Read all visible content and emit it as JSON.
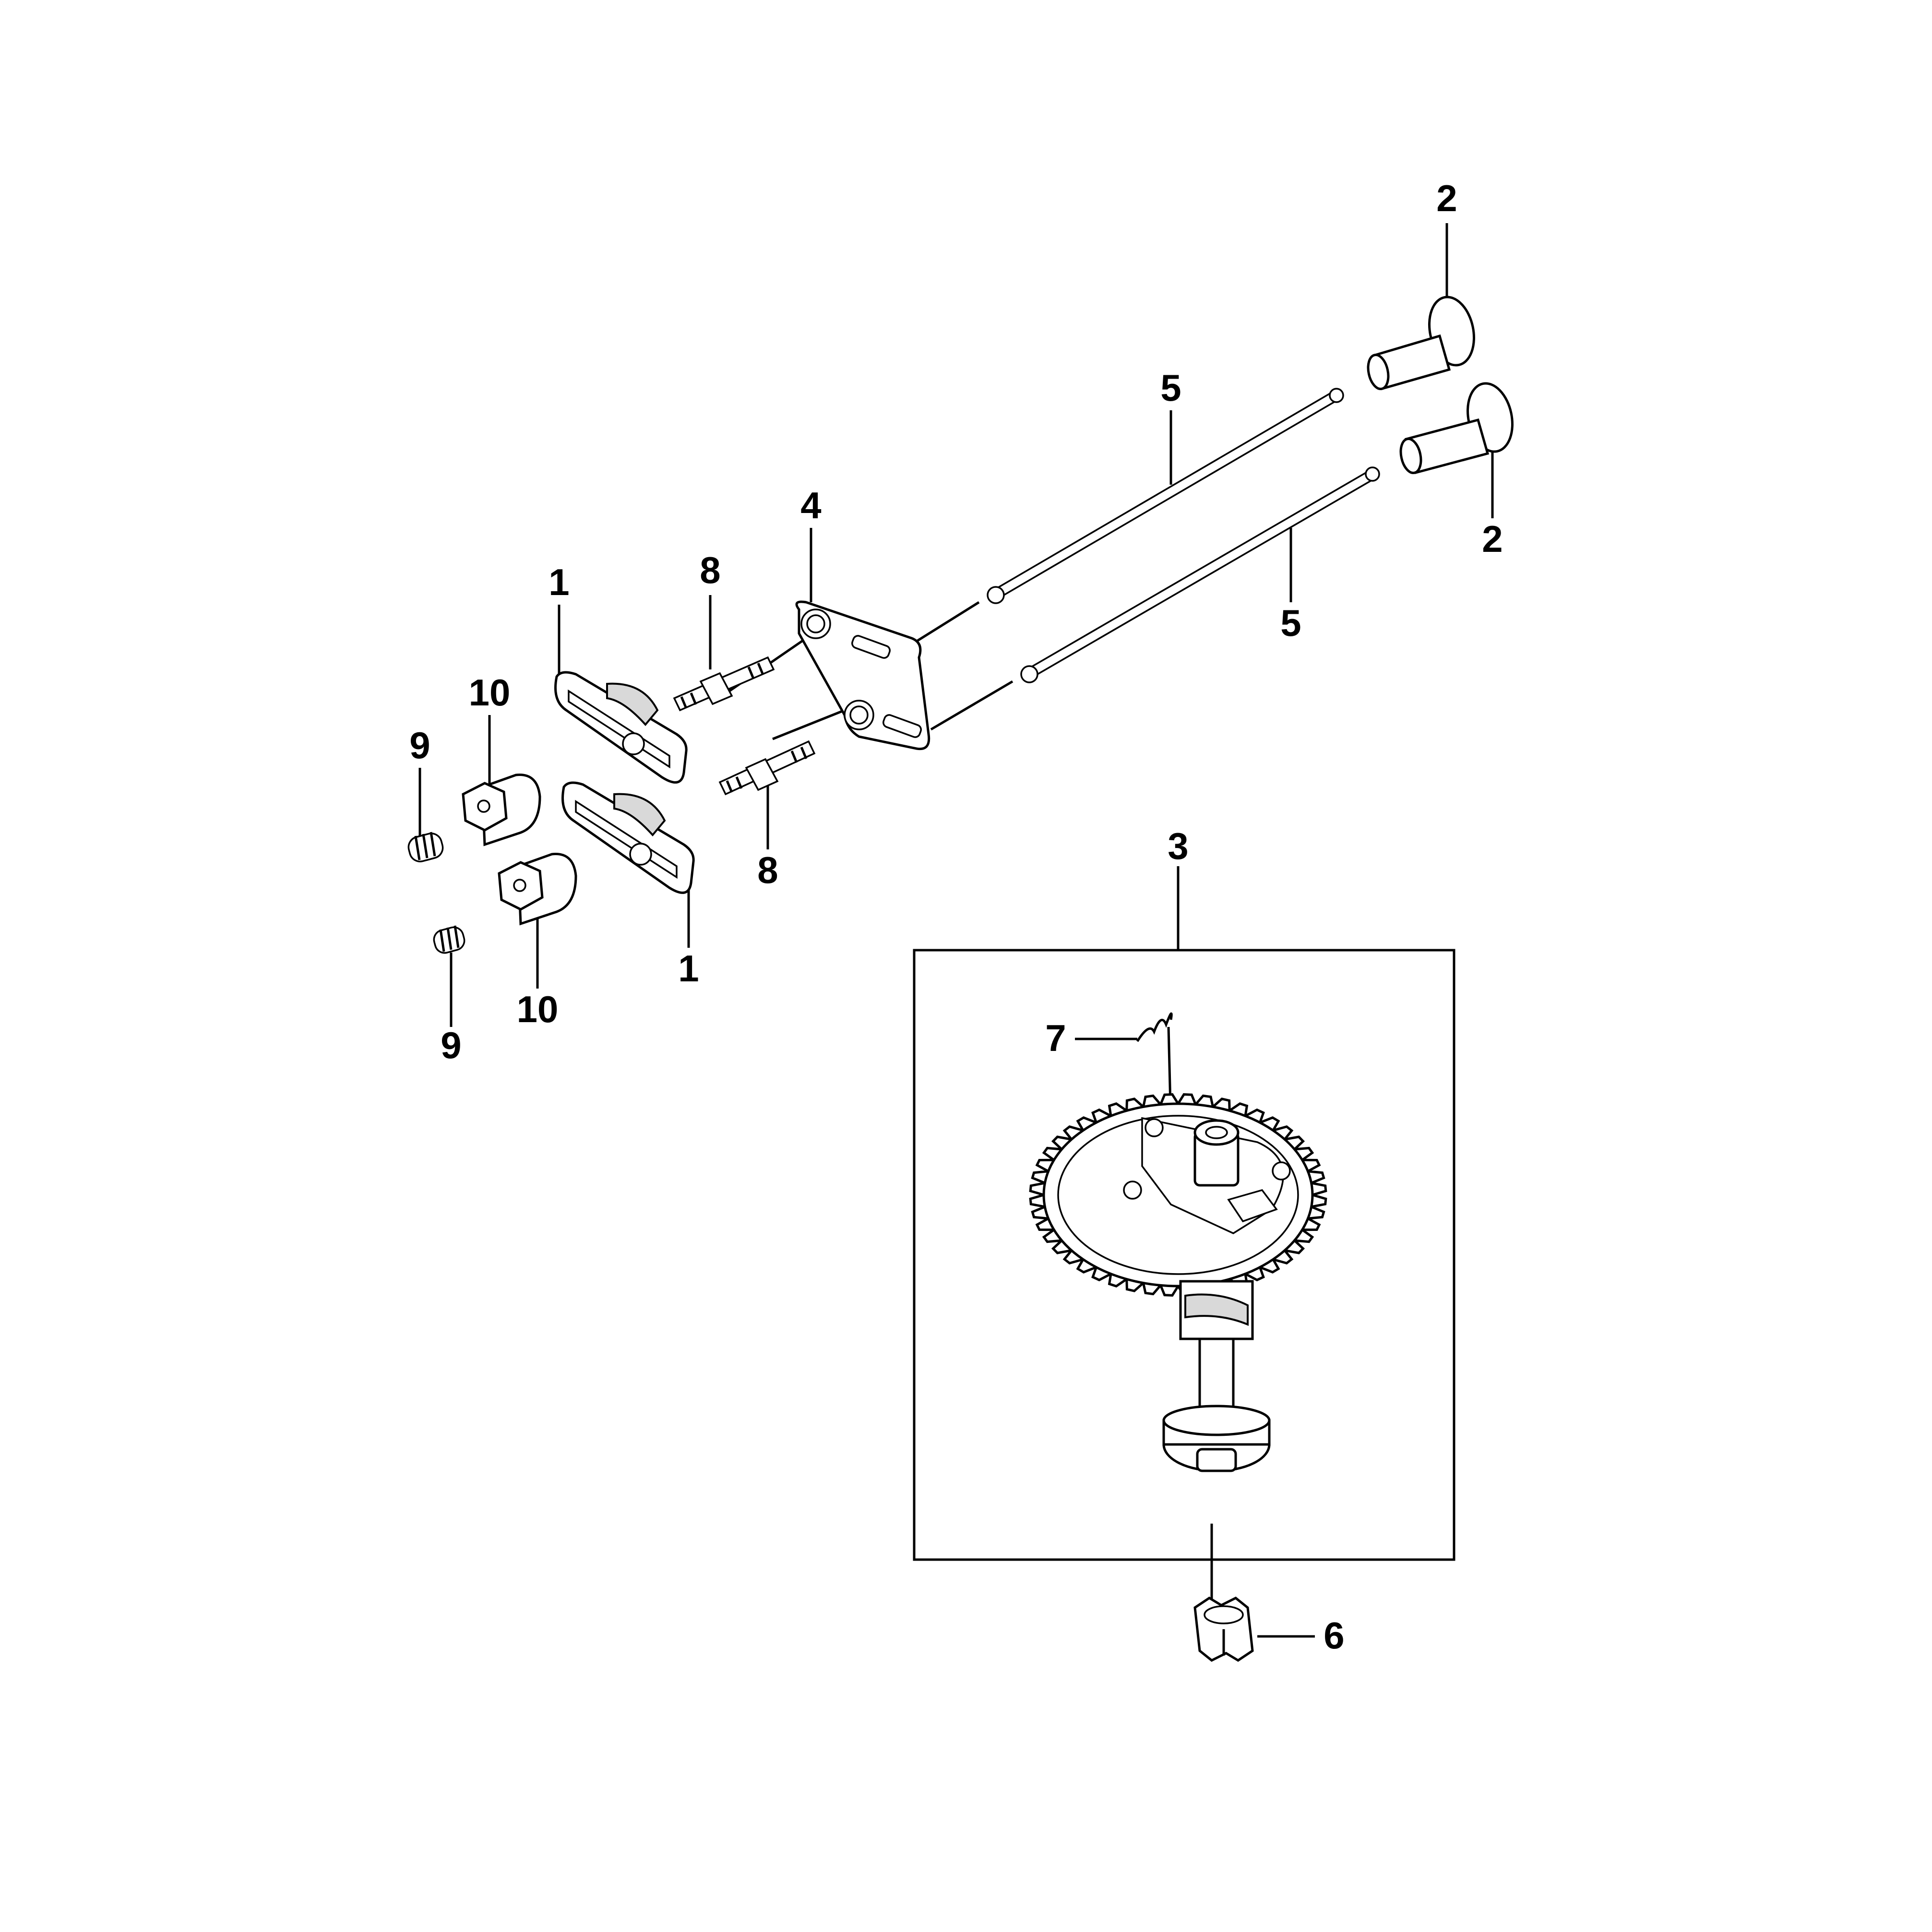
{
  "callouts": {
    "c1_upper": "1",
    "c1_lower": "1",
    "c2_upper": "2",
    "c2_lower": "2",
    "c3": "3",
    "c4": "4",
    "c5_upper": "5",
    "c5_lower": "5",
    "c6": "6",
    "c7": "7",
    "c8_upper": "8",
    "c8_lower": "8",
    "c9_upper": "9",
    "c9_lower": "9",
    "c10_upper": "10",
    "c10_lower": "10"
  },
  "colors": {
    "ink": "#000000",
    "background": "#ffffff"
  }
}
